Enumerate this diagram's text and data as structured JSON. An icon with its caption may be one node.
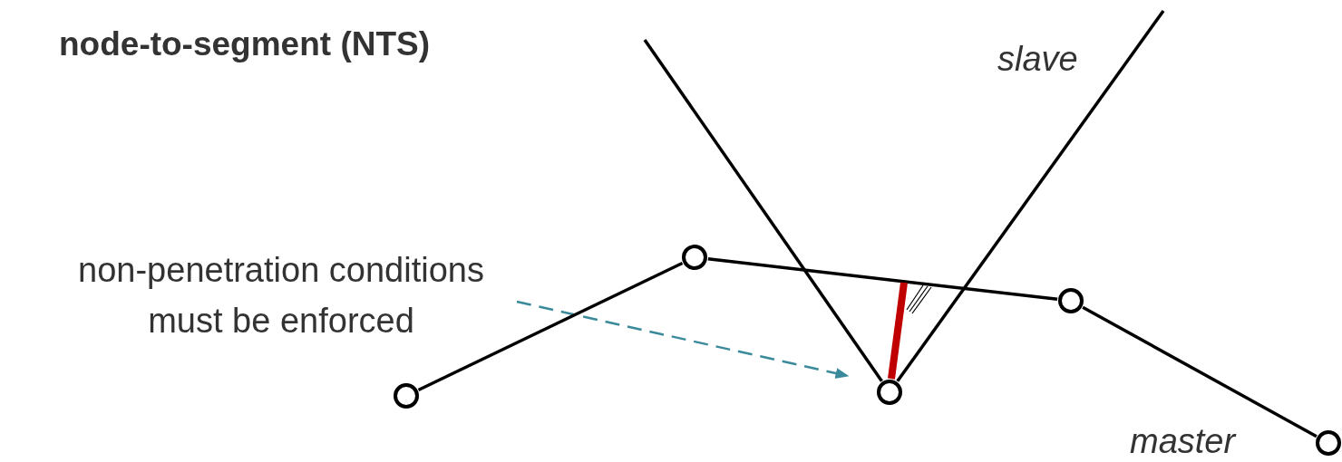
{
  "diagram": {
    "title": "node-to-segment (NTS)",
    "nodes": [
      {
        "text": [
          "non-penetration conditions must be enforced"
        ]
      },
      {
        "text": [],
        "shape": "circle"
      },
      {
        "text": [],
        "shape": "circle"
      },
      {
        "text": [],
        "shape": "circle"
      },
      {
        "text": [],
        "shape": "circle"
      },
      {
        "text": [],
        "shape": "circle"
      }
    ],
    "edges": [
      {
        "from": 0,
        "to": 3,
        "arrow": "to",
        "style": "dashed",
        "color": "#3a8a9c"
      },
      {
        "from": 1,
        "to": 2,
        "arrow": "none"
      },
      {
        "from": 2,
        "to": 4,
        "arrow": "none"
      },
      {
        "from": 4,
        "to": 5,
        "arrow": "none"
      },
      {
        "from": 3,
        "to": null,
        "arrow": "none"
      },
      {
        "from": 3,
        "to": null,
        "arrow": "none"
      },
      {
        "from": 3,
        "to": null,
        "arrow": "none",
        "style": "thick",
        "color": "#c00000"
      }
    ],
    "labels": [
      "slave",
      "master"
    ]
  }
}
